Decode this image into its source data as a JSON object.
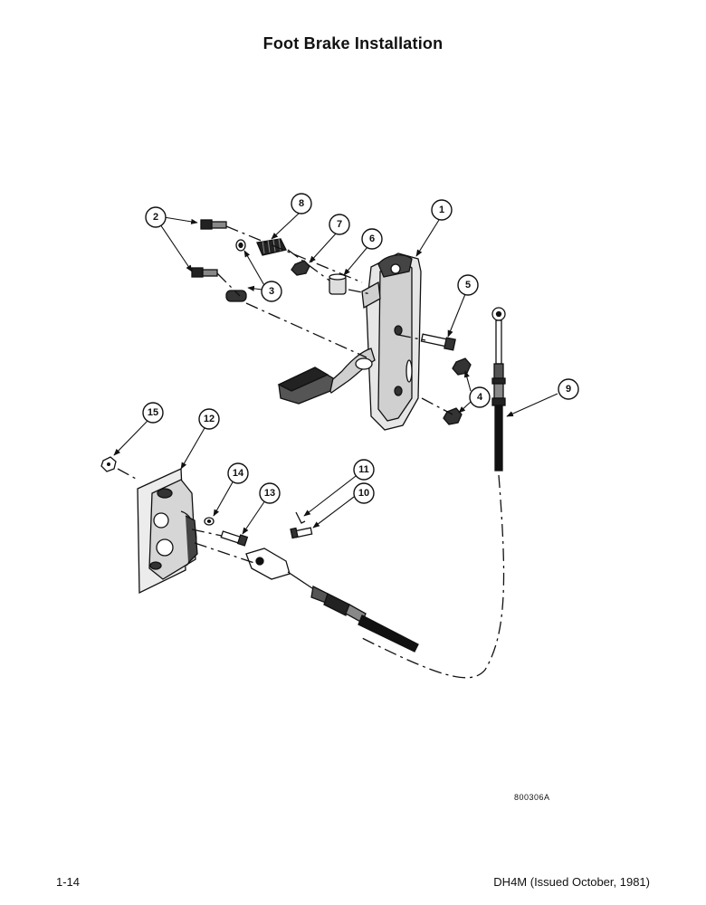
{
  "document": {
    "title": "Foot Brake Installation",
    "figure_ref": "800306A",
    "page_number": "1-14",
    "footer": "DH4M (Issued October, 1981)"
  },
  "callouts": [
    "1",
    "2",
    "3",
    "4",
    "5",
    "6",
    "7",
    "8",
    "9",
    "10",
    "11",
    "12",
    "13",
    "14",
    "15"
  ]
}
